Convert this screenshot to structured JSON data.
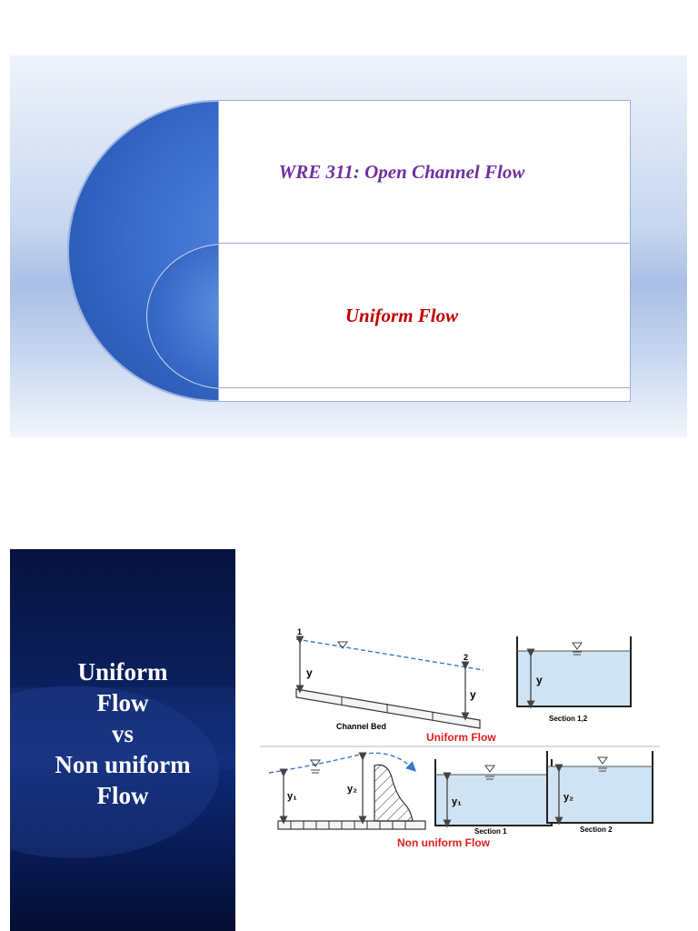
{
  "slide1": {
    "course_title": "WRE 311: Open Channel Flow",
    "topic_title": "Uniform Flow"
  },
  "slide2": {
    "left_title_lines": [
      "Uniform",
      "Flow",
      "vs",
      "Non uniform",
      "Flow"
    ],
    "figure": {
      "uniform": {
        "point_1": "1",
        "point_2": "2",
        "depth_label_1": "y",
        "depth_label_2": "y",
        "bed_label": "Channel Bed",
        "caption": "Uniform Flow",
        "section_label": "Section 1,2",
        "section_depth_label": "y"
      },
      "nonuniform": {
        "depth_label_1": "y₁",
        "depth_label_2": "y₂",
        "caption": "Non uniform Flow",
        "section1_label": "Section 1",
        "section1_depth_label": "y₁",
        "section2_label": "Section 2",
        "section2_depth_label": "y₂"
      },
      "colors": {
        "water": "#cfe3f3",
        "caption": "#e02020",
        "water_surface": "#3a78c8"
      }
    }
  }
}
